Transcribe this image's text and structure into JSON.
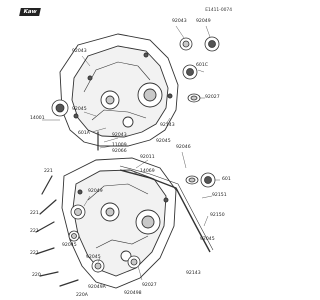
{
  "header": {
    "logo_text": "Kaw",
    "figure_code": "E1411-0074"
  },
  "labels": {
    "l92043a": "92043",
    "l92049": "92049",
    "l92043b": "92043",
    "l92045a": "92045",
    "l92027": "92027",
    "l14001": "14001",
    "l601c": "601C",
    "l92045b": "92045",
    "l92043c": "92043",
    "l11009": "11009",
    "l92066": "92066",
    "l92143": "92143",
    "l601a": "601A",
    "l92046": "92046",
    "l92011": "92011",
    "l14069": "14069",
    "l601": "601",
    "l221a": "221",
    "l92049b": "92049",
    "l221b": "221",
    "l221c": "221",
    "l221d": "221",
    "l92045c": "92045",
    "l92150": "92150",
    "l92045d": "92045",
    "l92049c": "92049A",
    "l220": "220",
    "l220a": "220A",
    "l92027b": "92027",
    "l92049d": "920498",
    "l92151": "92151",
    "l92143b": "92143",
    "l92045e": "92045"
  },
  "colors": {
    "line": "#333333",
    "fill": "#ffffff",
    "shade": "#c9c9c9",
    "dark": "#555555"
  }
}
